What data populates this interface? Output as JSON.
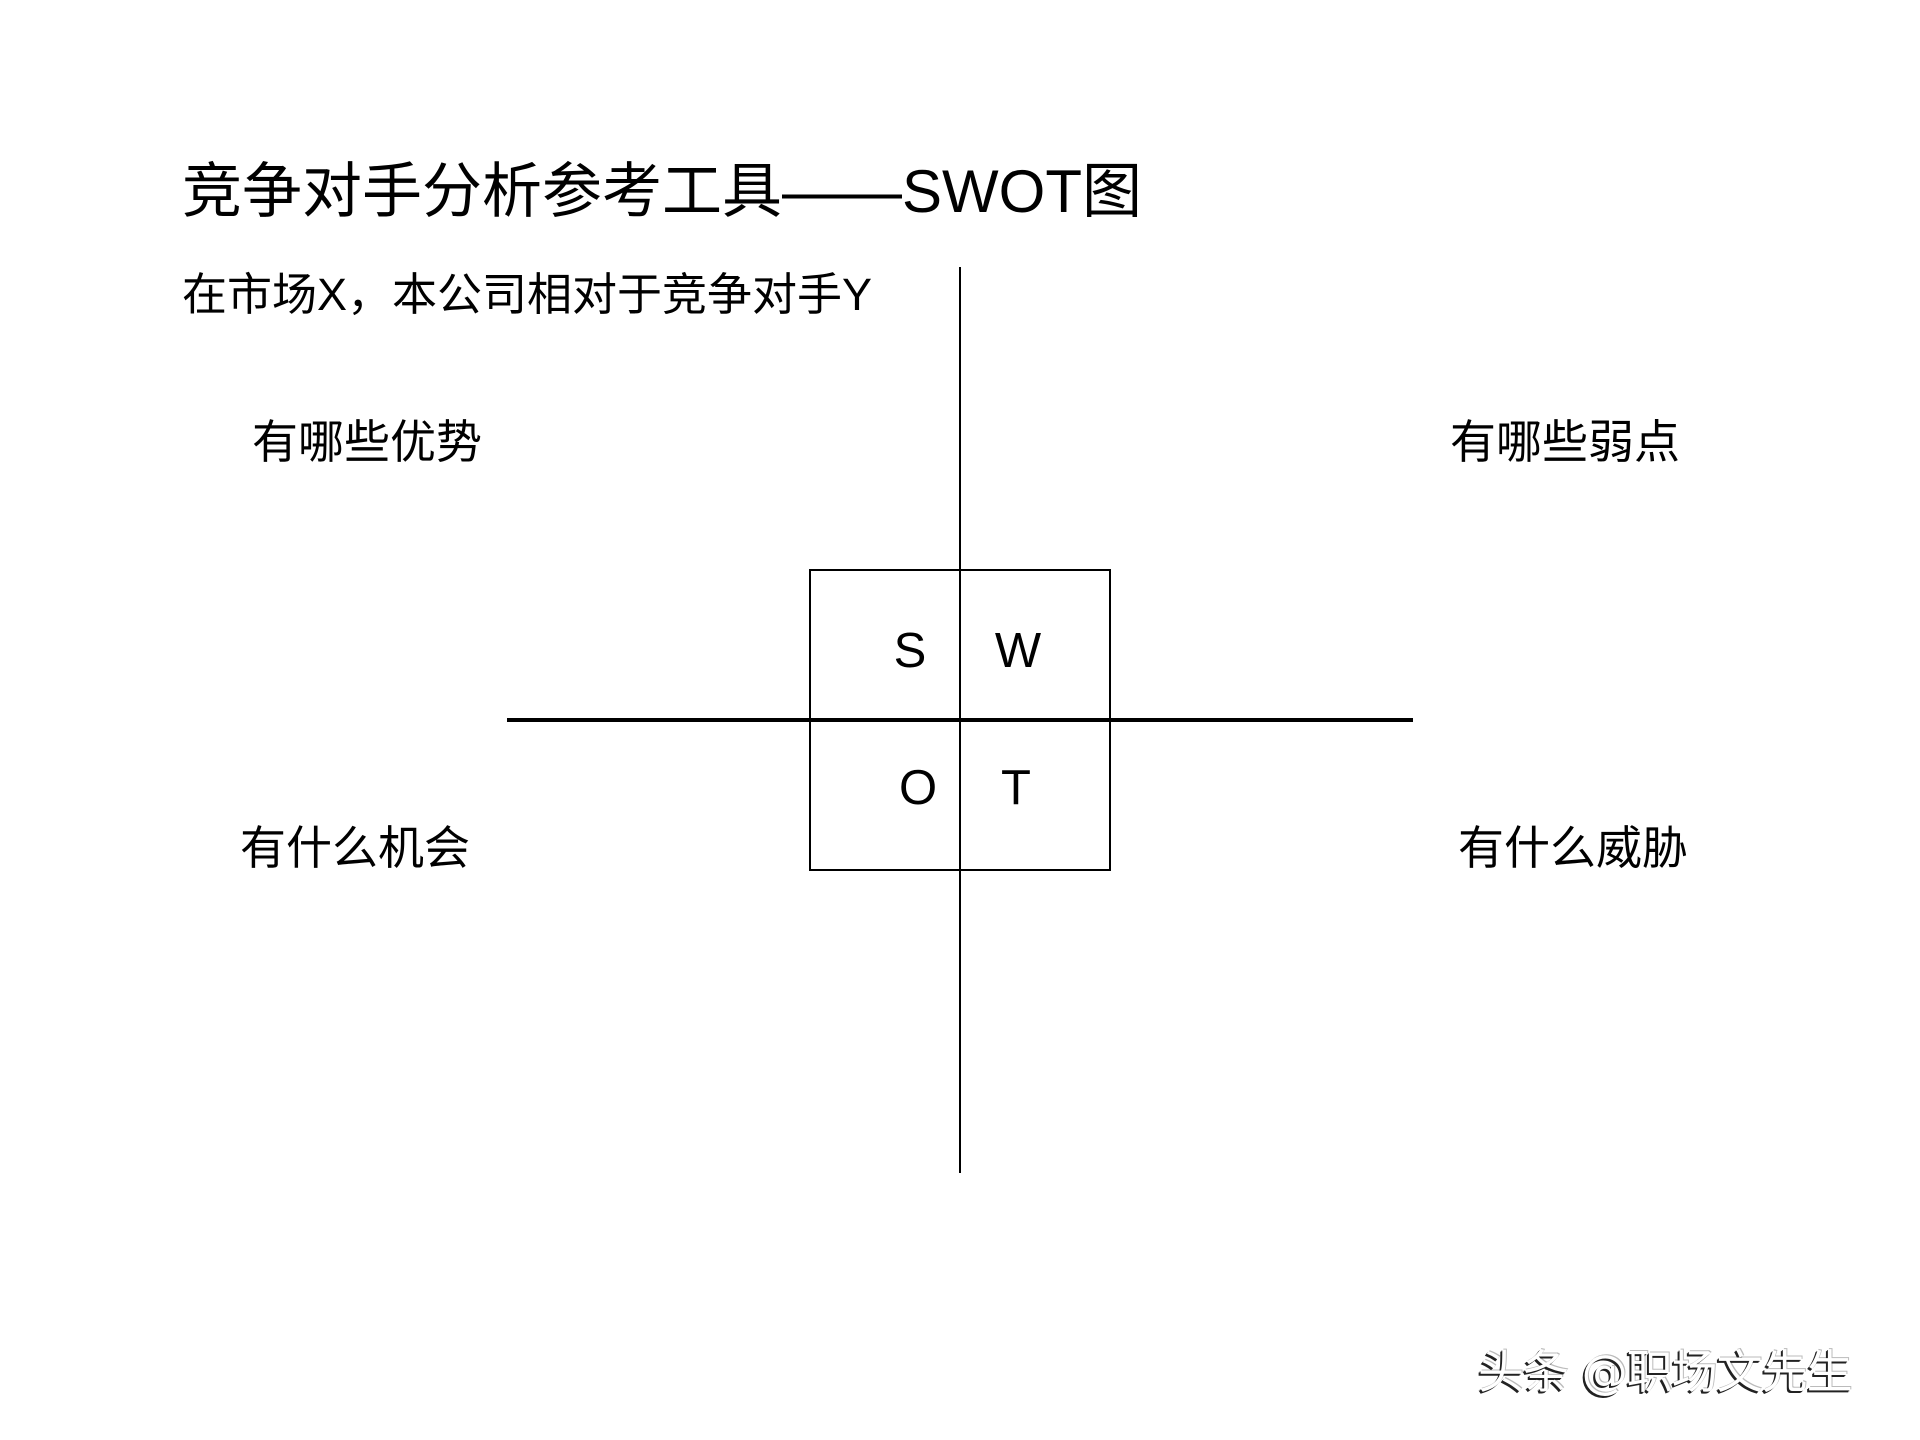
{
  "title": {
    "prefix": "竞争对手分析参考工具",
    "dash": "——",
    "latin": "SWOT",
    "suffix": "图"
  },
  "subtitle": {
    "part1": "在市场",
    "market": "X",
    "part2": "，本公司相对于竞争对手",
    "competitor": "Y"
  },
  "quadrants": {
    "strengths": {
      "letter": "S",
      "label": "有哪些优势"
    },
    "weaknesses": {
      "letter": "W",
      "label": "有哪些弱点"
    },
    "opportunities": {
      "letter": "O",
      "label": "有什么机会"
    },
    "threats": {
      "letter": "T",
      "label": "有什么威胁"
    }
  },
  "watermark": "头条 @职场文先生",
  "colors": {
    "background": "#ffffff",
    "ink": "#000000"
  }
}
